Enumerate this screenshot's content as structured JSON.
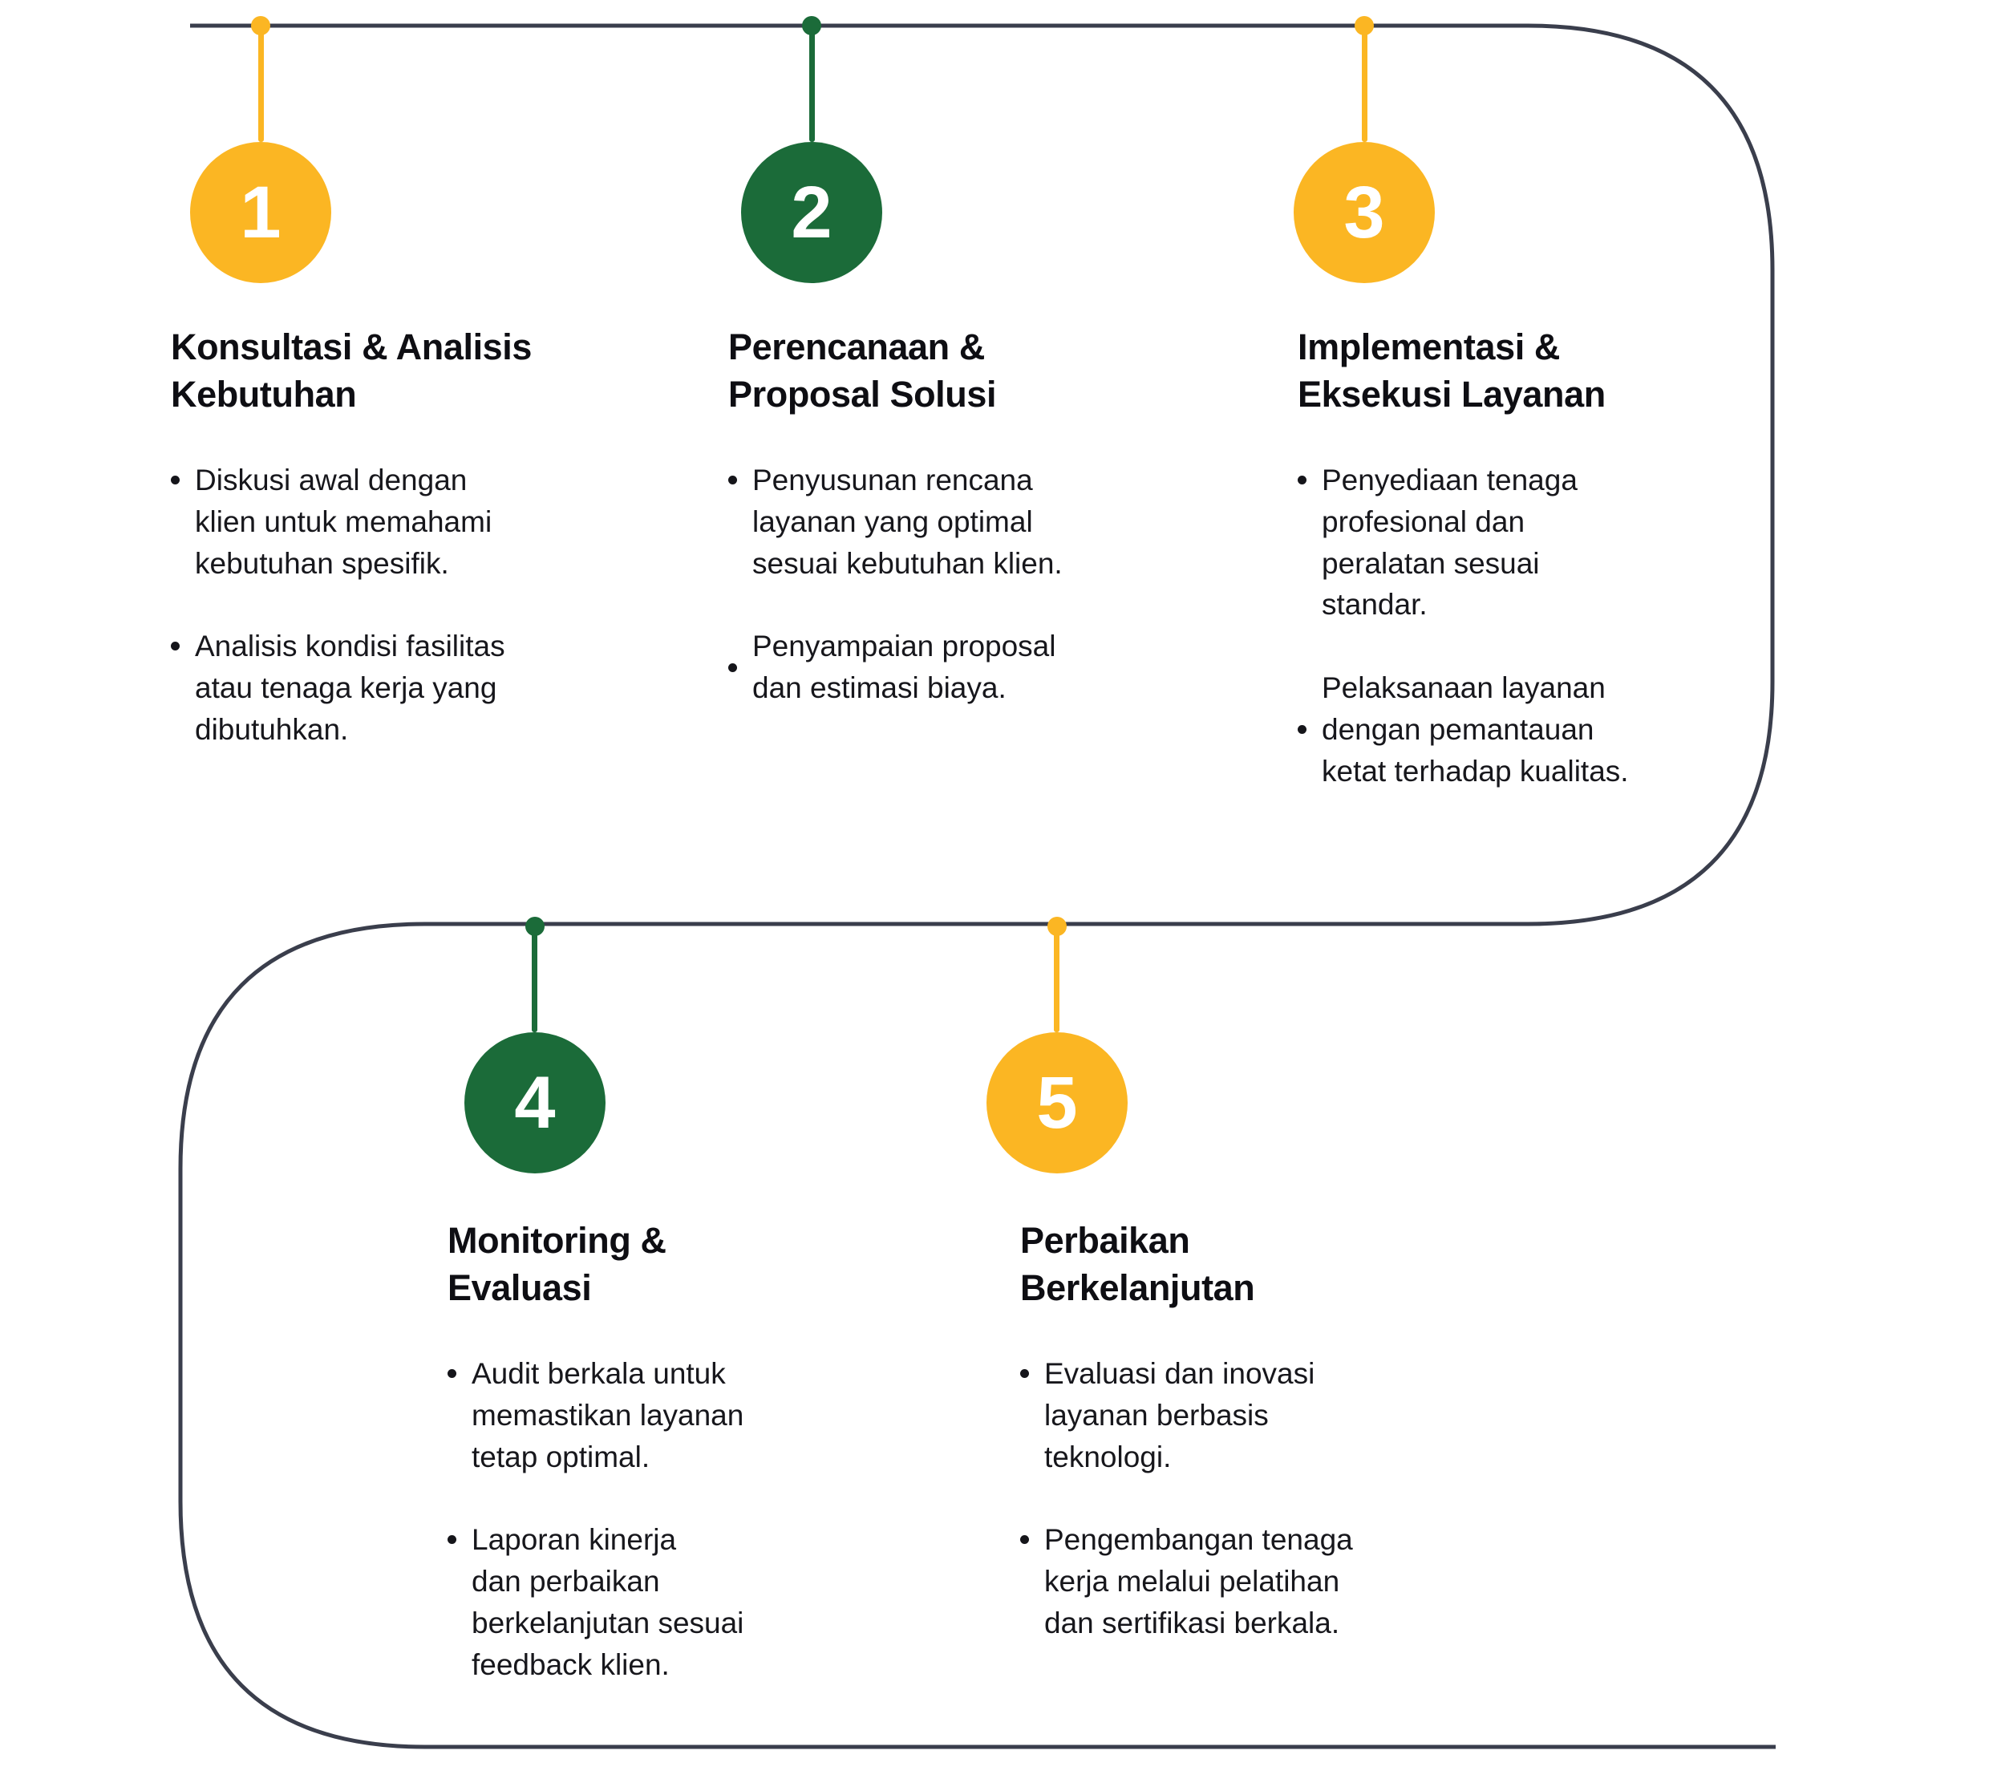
{
  "colors": {
    "yellow": "#FBB623",
    "green": "#1B6B39",
    "track": "#3A3E4C",
    "heading_text": "#0E0E13",
    "body_text": "#17171C",
    "background": "#FFFFFF"
  },
  "steps": [
    {
      "number": "1",
      "color": "yellow",
      "title": "Konsultasi & Analisis\nKebutuhan",
      "bullets": [
        {
          "text": "Diskusi awal dengan\nklien untuk memahami\nkebutuhan spesifik."
        },
        {
          "text": "Analisis kondisi fasilitas\natau tenaga kerja yang\ndibutuhkan."
        }
      ]
    },
    {
      "number": "2",
      "color": "green",
      "title": "Perencanaan &\nProposal Solusi",
      "bullets": [
        {
          "text": "Penyusunan rencana\nlayanan yang optimal\nsesuai kebutuhan klien."
        },
        {
          "text": "Penyampaian proposal\ndan estimasi biaya."
        }
      ]
    },
    {
      "number": "3",
      "color": "yellow",
      "title": "Implementasi &\nEksekusi Layanan",
      "bullets": [
        {
          "text": "Penyediaan tenaga\nprofesional dan\nperalatan sesuai\nstandar."
        },
        {
          "text": "Pelaksanaan layanan\ndengan pemantauan\nketat terhadap kualitas."
        }
      ]
    },
    {
      "number": "4",
      "color": "green",
      "title": "Monitoring &\nEvaluasi",
      "bullets": [
        {
          "text": "Audit berkala untuk\nmemastikan layanan\ntetap optimal."
        },
        {
          "text": "Laporan kinerja\ndan perbaikan\nberkelanjutan sesuai\nfeedback klien."
        }
      ]
    },
    {
      "number": "5",
      "color": "yellow",
      "title": "Perbaikan\nBerkelanjutan",
      "bullets": [
        {
          "text": "Evaluasi dan inovasi\nlayanan berbasis\nteknologi."
        },
        {
          "text": "Pengembangan tenaga\nkerja melalui pelatihan\ndan sertifikasi berkala."
        }
      ]
    }
  ]
}
